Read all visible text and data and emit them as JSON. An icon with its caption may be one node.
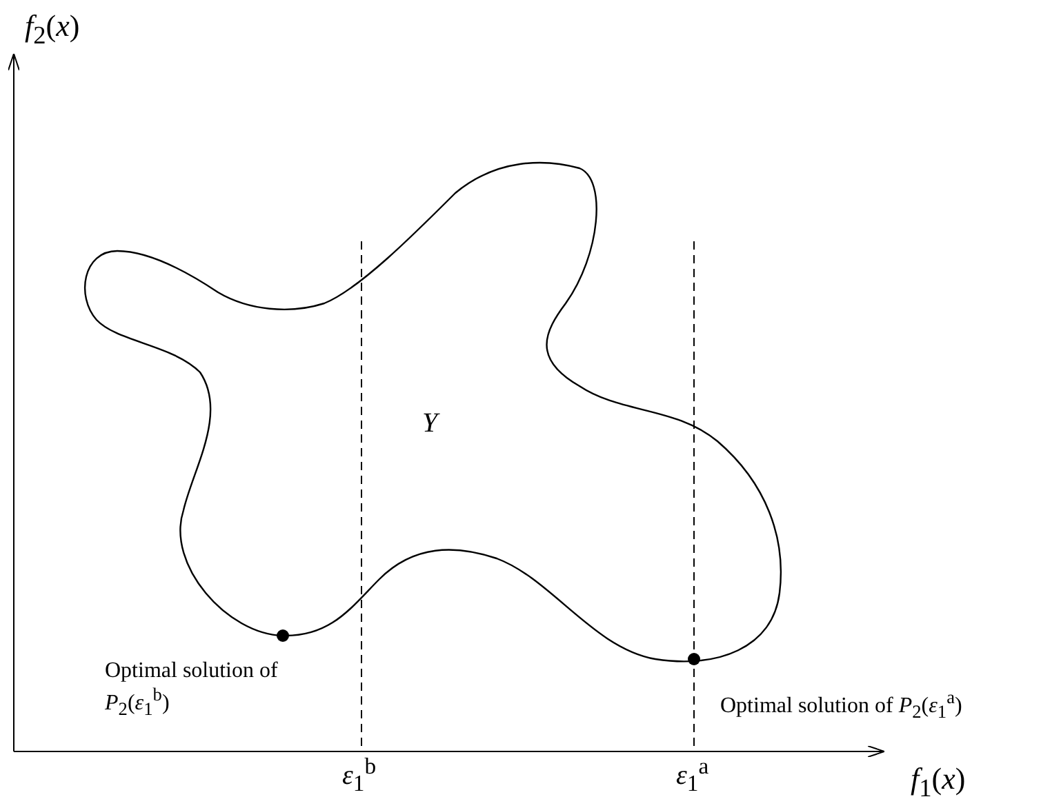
{
  "diagram": {
    "labels": [
      "*f*$_{2}$(*x*)",
      "Y",
      "Optimal solution of *P*$_{2}$(*ε*$_{1}$$^{b}$)",
      "Optimal solution of *P*$_{2}$(*ε*$_{1}$$^{a}$)",
      "*ε*$_{1}$$^{b}$",
      "*ε*$_{1}$$^{a}$",
      "*f*$_{1}$(*x*)"
    ]
  }
}
